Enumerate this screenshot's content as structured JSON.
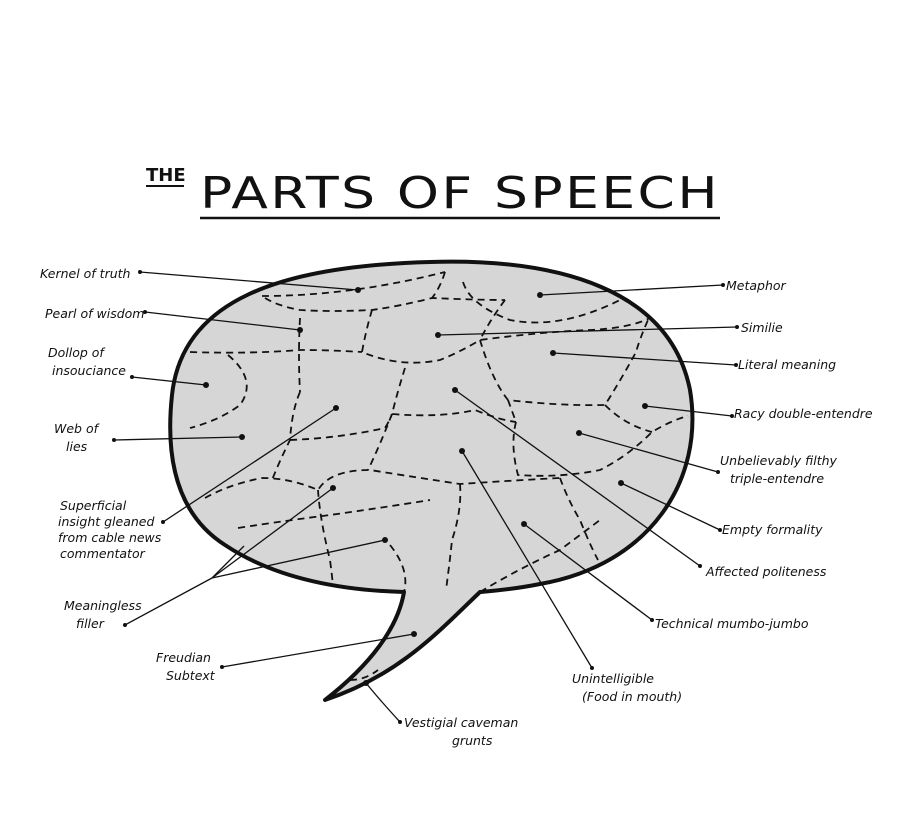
{
  "title": {
    "prefix": "THE",
    "main": "PARTS OF SPEECH"
  },
  "colors": {
    "bubble_fill": "#d6d6d6",
    "ink": "#111111",
    "background": "#ffffff"
  },
  "labels": {
    "kernel_of_truth": [
      "Kernel of truth"
    ],
    "pearl_of_wisdom": [
      "Pearl of wisdom"
    ],
    "dollop_of_insouciance": [
      "Dollop of",
      "insouciance"
    ],
    "web_of_lies": [
      "Web of",
      "lies"
    ],
    "superficial_insight": [
      "Superficial",
      "insight gleaned",
      "from cable news",
      "commentator"
    ],
    "meaningless_filler": [
      "Meaningless",
      "filler"
    ],
    "freudian_subtext": [
      "Freudian",
      "Subtext"
    ],
    "vestigial_caveman_grunts": [
      "Vestigial caveman",
      "grunts"
    ],
    "unintelligible": [
      "Unintelligible",
      "(Food in mouth)"
    ],
    "technical_mumbo_jumbo": [
      "Technical mumbo-jumbo"
    ],
    "affected_politeness": [
      "Affected politeness"
    ],
    "empty_formality": [
      "Empty formality"
    ],
    "unbelievably_filthy": [
      "Unbelievably filthy",
      "triple-entendre"
    ],
    "racy_double_entendre": [
      "Racy double-entendre"
    ],
    "literal_meaning": [
      "Literal meaning"
    ],
    "similie": [
      "Similie"
    ],
    "metaphor": [
      "Metaphor"
    ]
  }
}
